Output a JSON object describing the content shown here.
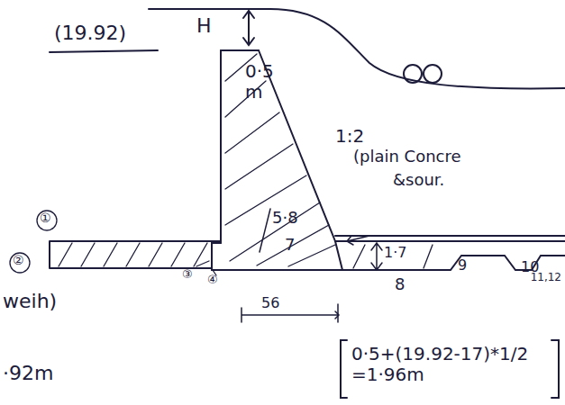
{
  "diagram": {
    "labels": [
      "(19.92)",
      "H",
      "0·5 m",
      "1:2",
      "(plain Concre",
      "&sour.",
      "①",
      "②",
      "③",
      "④",
      "5·8",
      "7",
      "1·7",
      "8",
      "9",
      "10",
      "11,12",
      "56",
      "weih)",
      "·92m",
      "0·5+(19.92-17)*1/2 =1·96m"
    ]
  }
}
